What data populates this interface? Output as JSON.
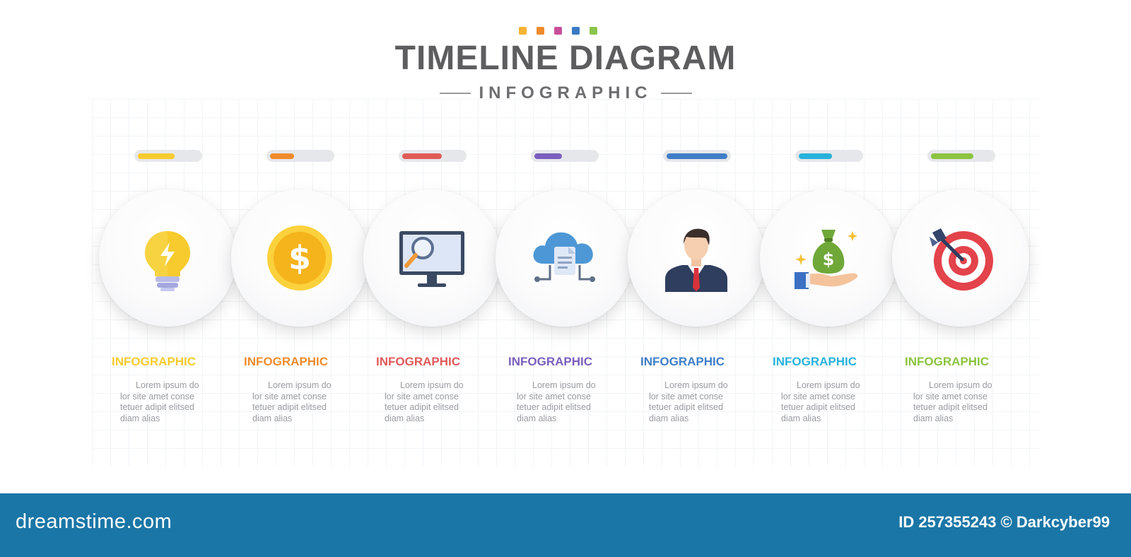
{
  "header": {
    "dot_colors": [
      "#f6b334",
      "#f08b2c",
      "#c94f9b",
      "#3b7bc4",
      "#8bc44a"
    ],
    "title": "TIMELINE DIAGRAM",
    "subtitle": "INFOGRAPHIC"
  },
  "steps": [
    {
      "label": "INFOGRAPHIC",
      "color": "#f7cb2e",
      "progress": 0.6,
      "icon": "lightbulb-icon",
      "text": [
        "Lorem ipsum do",
        "lor site amet conse",
        "tetuer adipit elitsed",
        "diam alias"
      ]
    },
    {
      "label": "INFOGRAPHIC",
      "color": "#f08b2c",
      "progress": 0.4,
      "icon": "dollar-coin-icon",
      "text": [
        "Lorem ipsum do",
        "lor site amet conse",
        "tetuer adipit elitsed",
        "diam alias"
      ]
    },
    {
      "label": "INFOGRAPHIC",
      "color": "#e05a58",
      "progress": 0.65,
      "icon": "monitor-search-icon",
      "text": [
        "Lorem ipsum do",
        "lor site amet conse",
        "tetuer adipit elitsed",
        "diam alias"
      ]
    },
    {
      "label": "INFOGRAPHIC",
      "color": "#7b5ebd",
      "progress": 0.45,
      "icon": "cloud-document-icon",
      "text": [
        "Lorem ipsum do",
        "lor site amet conse",
        "tetuer adipit elitsed",
        "diam alias"
      ]
    },
    {
      "label": "INFOGRAPHIC",
      "color": "#3f7ec7",
      "progress": 1.0,
      "icon": "businessman-icon",
      "text": [
        "Lorem ipsum do",
        "lor site amet conse",
        "tetuer adipit elitsed",
        "diam alias"
      ]
    },
    {
      "label": "INFOGRAPHIC",
      "color": "#27b2dc",
      "progress": 0.55,
      "icon": "money-bag-hand-icon",
      "text": [
        "Lorem ipsum do",
        "lor site amet conse",
        "tetuer adipit elitsed",
        "diam alias"
      ]
    },
    {
      "label": "INFOGRAPHIC",
      "color": "#8bc43f",
      "progress": 0.7,
      "icon": "target-arrow-icon",
      "text": [
        "Lorem ipsum do",
        "lor site amet conse",
        "tetuer adipit elitsed",
        "diam alias"
      ]
    }
  ],
  "footer": {
    "brand": "dreamstime.com",
    "credit": "ID 257355243 © Darkcyber99"
  }
}
